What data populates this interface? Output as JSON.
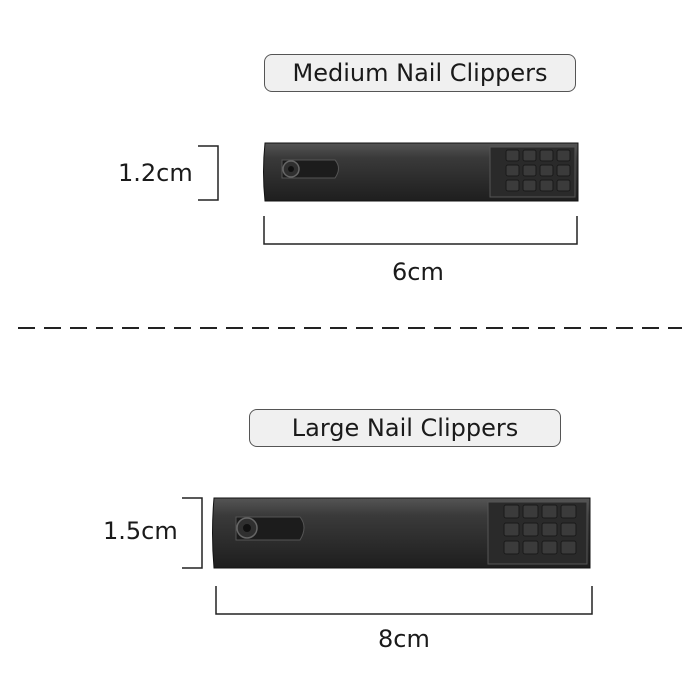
{
  "medium": {
    "title": "Medium Nail Clippers",
    "height_label": "1.2cm",
    "width_label": "6cm"
  },
  "large": {
    "title": "Large Nail Clippers",
    "height_label": "1.5cm",
    "width_label": "8cm"
  },
  "colors": {
    "clipper_body": "#2b2b2b",
    "clipper_highlight": "#4a4a4a",
    "pill_background": "#f0f0f0",
    "divider": "#222222"
  }
}
